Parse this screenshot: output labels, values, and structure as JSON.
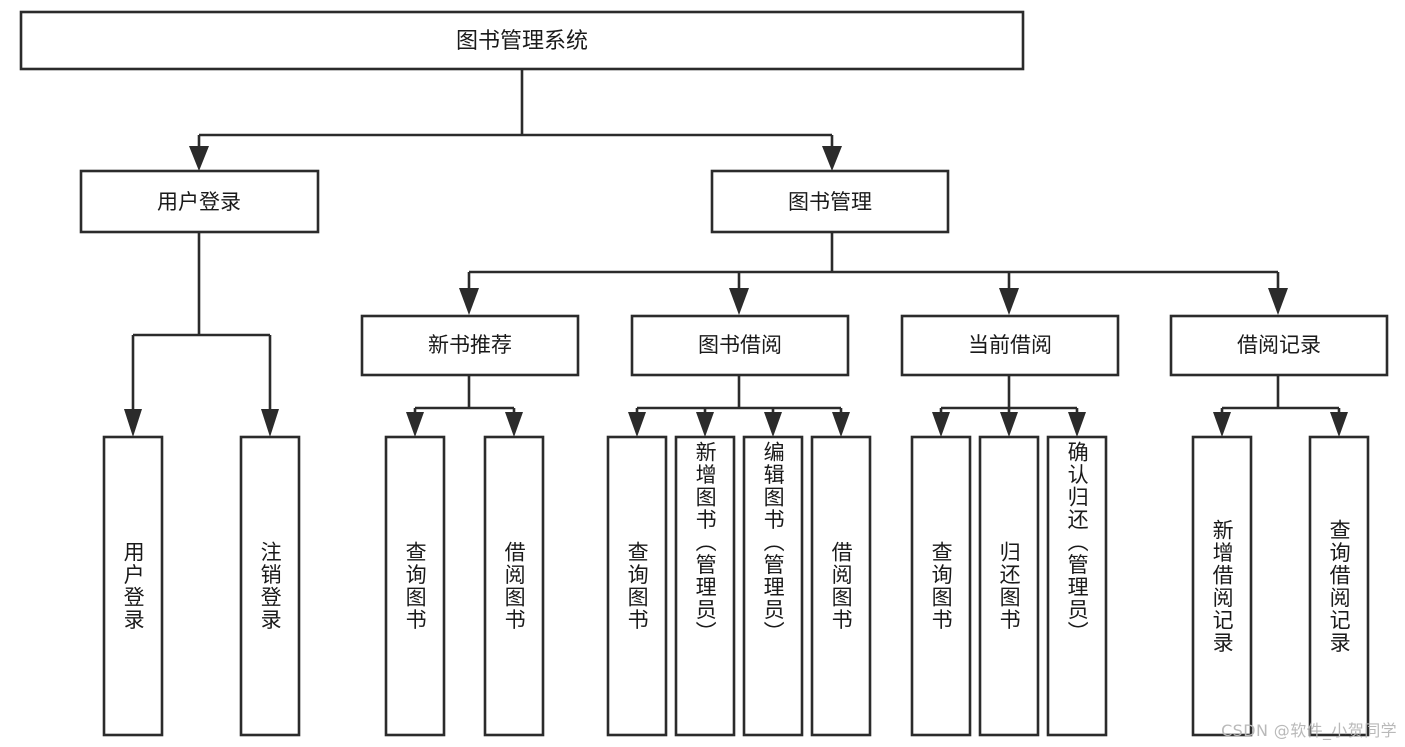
{
  "diagram": {
    "title": "图书管理系统",
    "type": "tree-hierarchy-diagram",
    "watermark": "CSDN @软件_小贺同学",
    "colors": {
      "box_stroke": "#2b2b2b",
      "box_fill": "#ffffff",
      "text": "#1a1a1a",
      "background": "#ffffff",
      "watermark": "#b9b9b9"
    },
    "root": {
      "label": "图书管理系统"
    },
    "level2": [
      {
        "label": "用户登录"
      },
      {
        "label": "图书管理"
      }
    ],
    "level3": [
      {
        "label": "新书推荐"
      },
      {
        "label": "图书借阅"
      },
      {
        "label": "当前借阅"
      },
      {
        "label": "借阅记录"
      }
    ],
    "leaves": {
      "user_login": [
        {
          "label": "用户登录"
        },
        {
          "label": "注销登录"
        }
      ],
      "new_book": [
        {
          "label": "查询图书"
        },
        {
          "label": "借阅图书"
        }
      ],
      "book_borrow": [
        {
          "label": "查询图书"
        },
        {
          "label": "新增图书（管理员）"
        },
        {
          "label": "编辑图书（管理员）"
        },
        {
          "label": "借阅图书"
        }
      ],
      "current_borrow": [
        {
          "label": "查询图书"
        },
        {
          "label": "归还图书"
        },
        {
          "label": "确认归还（管理员）"
        }
      ],
      "borrow_record": [
        {
          "label": "新增借阅记录"
        },
        {
          "label": "查询借阅记录"
        }
      ]
    }
  }
}
